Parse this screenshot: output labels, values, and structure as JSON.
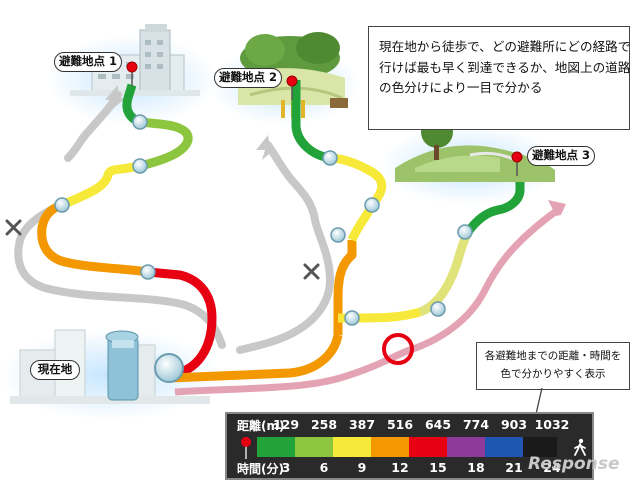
{
  "description_box": {
    "lines": [
      "現在地から徒歩で、どの避難所にどの経路で",
      "行けば最も早く到達できるか、地図上の道路",
      "の色分けにより一目で分かる"
    ]
  },
  "evacuation_sites": [
    {
      "label": "避難地点 1"
    },
    {
      "label": "避難地点 2"
    },
    {
      "label": "避難地点 3"
    }
  ],
  "current_location": {
    "label": "現在地"
  },
  "legend_callout": {
    "lines": [
      "各避難地までの距離・時間を",
      "色で分かりやすく表示"
    ]
  },
  "legend": {
    "distance_label": "距離(m)",
    "time_label": "時間(分)",
    "distances": [
      "129",
      "258",
      "387",
      "516",
      "645",
      "774",
      "903",
      "1032"
    ],
    "times": [
      "3",
      "6",
      "9",
      "12",
      "15",
      "18",
      "21",
      "24"
    ],
    "colors": [
      "#22a33a",
      "#8cc63f",
      "#f6e93a",
      "#f39800",
      "#e60012",
      "#8e3a9a",
      "#1f55b3",
      "#1a1a1a"
    ]
  },
  "watermark": "Response"
}
